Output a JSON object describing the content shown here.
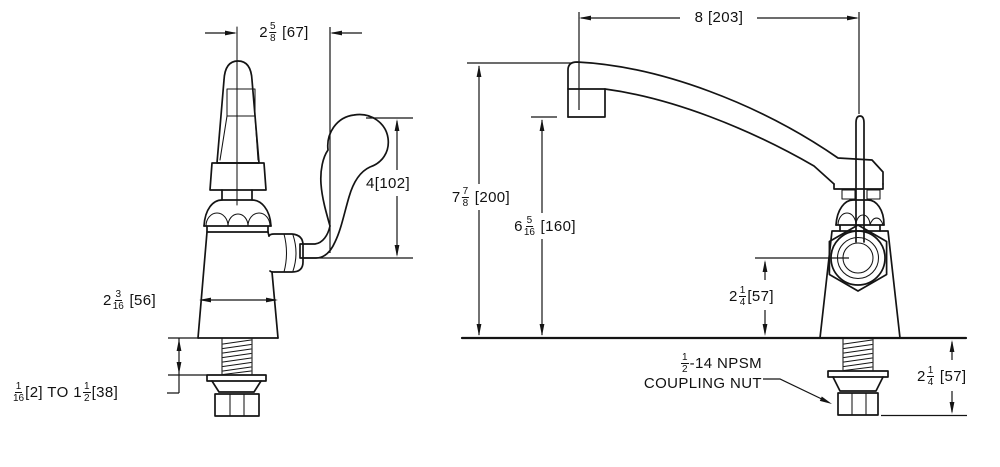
{
  "drawing": {
    "title": "faucet-installation-dimension-drawing",
    "background_color": "#ffffff",
    "line_color": "#141414",
    "views": {
      "left_view": "front elevation",
      "right_view": "side elevation with swing spout"
    }
  },
  "dimensions": {
    "top_width": {
      "whole": "2",
      "num": "5",
      "den": "8",
      "metric": " [67]"
    },
    "handle_height": {
      "whole": "4",
      "metric": "[102]"
    },
    "body_width": {
      "whole": "2",
      "num": "3",
      "den": "16",
      "metric": " [56]"
    },
    "deck_min": {
      "num": "1",
      "den": "16",
      "metric": "[2]"
    },
    "deck_to": " TO ",
    "deck_max": {
      "whole": "1",
      "num": "1",
      "den": "2",
      "metric": "[38]"
    },
    "spout_reach": {
      "whole": "8",
      "metric": " [203]"
    },
    "overall_height": {
      "whole": "7",
      "num": "7",
      "den": "8",
      "metric": " [200]"
    },
    "spout_height": {
      "whole": "6",
      "num": "5",
      "den": "16",
      "metric": " [160]"
    },
    "handle_center_height": {
      "whole": "2",
      "num": "1",
      "den": "4",
      "metric": "[57]"
    },
    "shank_length": {
      "whole": "2",
      "num": "1",
      "den": "4",
      "metric": " [57]"
    },
    "coupling_nut": {
      "num": "1",
      "den": "2",
      "suffix": "-14 NPSM",
      "line2": "COUPLING NUT"
    }
  }
}
